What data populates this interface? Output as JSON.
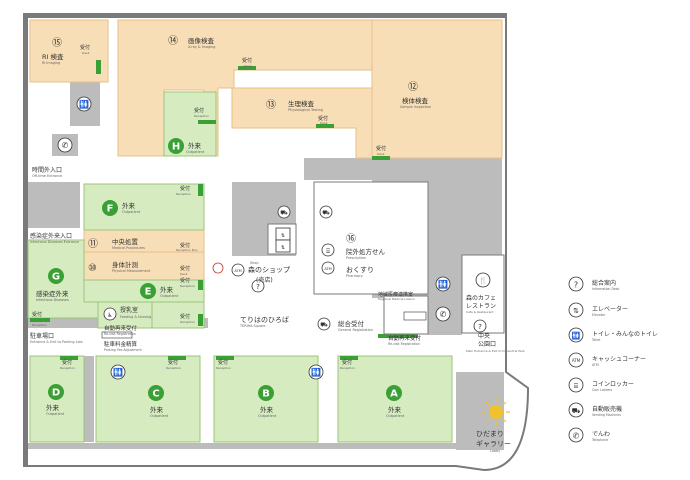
{
  "colors": {
    "wall": "#7a7a7a",
    "corridor": "#bcbcbc",
    "beige": "#f8deb6",
    "beige_edge": "#e6c08a",
    "green": "#d6ebc0",
    "green_edge": "#9bc57a",
    "accent": "#3aa035",
    "badge": "#3aa035",
    "ink": "#333333"
  },
  "rooms": {
    "r15": {
      "num": "⑮",
      "name": "RI 検査",
      "sub": "RI Imaging",
      "desk": "受付",
      "desk_sub": "Desk"
    },
    "r14": {
      "num": "⑭",
      "name": "画像検査",
      "sub": "X-ray & Imaging",
      "desk": "受付",
      "desk_sub": "Desk"
    },
    "r13": {
      "num": "⑬",
      "name": "生理検査",
      "sub": "Physiological Testing",
      "desk": "受付",
      "desk_sub": "Desk"
    },
    "r12": {
      "num": "⑫",
      "name": "検体検査",
      "sub": "Sample Inspection",
      "desk": "受付",
      "desk_sub": "Desk"
    },
    "r11": {
      "num": "⑪",
      "name": "中央処置",
      "sub": "Medical Procedures",
      "desk": "受付",
      "desk_sub": "Reception Box"
    },
    "r10": {
      "num": "⑩",
      "name": "身体計測",
      "sub": "Physical Measurement",
      "desk": "受付",
      "desk_sub": "Desk"
    },
    "r16": {
      "num": "⑯",
      "name": "院外処方せん",
      "sub": "Prescription",
      "name2": "おくすり",
      "sub2": "Pharmacy"
    },
    "H": {
      "badge": "H",
      "name": "外来",
      "sub": "Outpatient",
      "desk": "受付",
      "desk_sub": "Reception"
    },
    "F": {
      "badge": "F",
      "name": "外来",
      "sub": "Outpatient",
      "desk": "受付",
      "desk_sub": "Reception"
    },
    "G": {
      "badge": "G",
      "name": "感染症外来",
      "sub": "Infectious Diseases",
      "desk": "受付",
      "desk_sub": "Reception"
    },
    "E": {
      "badge": "E",
      "name": "外来",
      "sub": "Outpatient",
      "desk": "受付",
      "desk_sub": "Reception"
    },
    "D": {
      "badge": "D",
      "name": "外来",
      "sub": "Outpatient",
      "desk": "受付",
      "desk_sub": "Reception"
    },
    "C": {
      "badge": "C",
      "name": "外来",
      "sub": "Outpatient",
      "desk": "受付",
      "desk_sub": "Reception"
    },
    "B": {
      "badge": "B",
      "name": "外来",
      "sub": "Outpatient",
      "desk": "受付",
      "desk_sub": "Reception"
    },
    "A": {
      "badge": "A",
      "name": "外来",
      "sub": "Outpatient",
      "desk": "受付",
      "desk_sub": "Reception"
    }
  },
  "labels": {
    "offtime_jp": "時間外入口",
    "offtime_en": "Off-time Entrance",
    "infect_entr_jp": "感染症外来入口",
    "infect_entr_en": "Infectious Diseases Entrance",
    "parking_entr_jp": "駐車場口",
    "parking_entr_en": "Entrance & Exit to Parking Lots",
    "auto_reentry_jp": "自動再来受付",
    "auto_reentry_en": "Re-visit Registration",
    "parking_pay_jp": "駐車料金精算",
    "parking_pay_en": "Parking Fee Adjustment",
    "nursing_jp": "授乳室",
    "nursing_en": "Feeding & Nursing",
    "shop_jp": "森のショップ",
    "shop_jp2": "(売店)",
    "shop_en": "Shop",
    "square_jp": "てりはのひろば",
    "square_en": "TERIHA Square",
    "atm_lbl": "ATM",
    "regional_jp": "地域医療連携室",
    "regional_en": "Regional Medical Liaison",
    "general_reg_jp": "総合受付",
    "general_reg_en": "General Registration",
    "auto_reentry2_jp": "自動再来受付",
    "auto_reentry2_en": "Re-visit Registration",
    "cafe_jp": "森のカフェ",
    "cafe_jp2": "レストラン",
    "cafe_en": "Cafe & Restaurant",
    "central_jp": "中央",
    "central_jp2": "公園口",
    "central_en": "Main Entrance & Exit to IC Central Park",
    "gallery_jp": "ひだまり",
    "gallery_jp2": "ギャラリー",
    "gallery_en": "Lobby",
    "elev_lbl": "EV",
    "desk_general": "受付"
  },
  "legend": [
    {
      "icon": "info-icon",
      "jp": "総合案内",
      "en": "Information Desk"
    },
    {
      "icon": "elevator-icon",
      "jp": "エレベーター",
      "en": "Elevator"
    },
    {
      "icon": "restroom-icon",
      "jp": "トイレ・みんなのトイレ",
      "en": "Toilet"
    },
    {
      "icon": "atm-icon",
      "jp": "キャッシュコーナー",
      "en": "ATM"
    },
    {
      "icon": "locker-icon",
      "jp": "コインロッカー",
      "en": "Coin Lockers"
    },
    {
      "icon": "vending-icon",
      "jp": "自動販売機",
      "en": "Vending Machines"
    },
    {
      "icon": "phone-icon",
      "jp": "でんわ",
      "en": "Telephone"
    }
  ]
}
